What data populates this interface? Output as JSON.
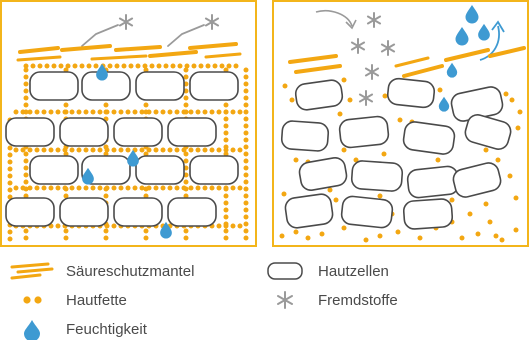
{
  "colors": {
    "frame": "#F3B51B",
    "lipid": "#F3A712",
    "mantle": "#F3A712",
    "cell_stroke": "#4a4a4a",
    "moisture": "#3E9AD2",
    "foreign": "#9a9a9a",
    "text": "#4a4a4a"
  },
  "panels": [
    {
      "name": "healthy-skin",
      "state": "intact"
    },
    {
      "name": "damaged-skin",
      "state": "disrupted"
    }
  ],
  "legend": {
    "acid_mantle": "Säureschutzmantel",
    "skin_lipids": "Hautfette",
    "moisture": "Feuchtigkeit",
    "skin_cells": "Hautzellen",
    "foreign_substances": "Fremdstoffe"
  },
  "icons": {
    "acid_mantle": "acid-mantle-icon",
    "skin_lipids": "skin-lipids-icon",
    "moisture": "moisture-drop-icon",
    "skin_cells": "skin-cell-icon",
    "foreign_substances": "asterisk-icon"
  }
}
